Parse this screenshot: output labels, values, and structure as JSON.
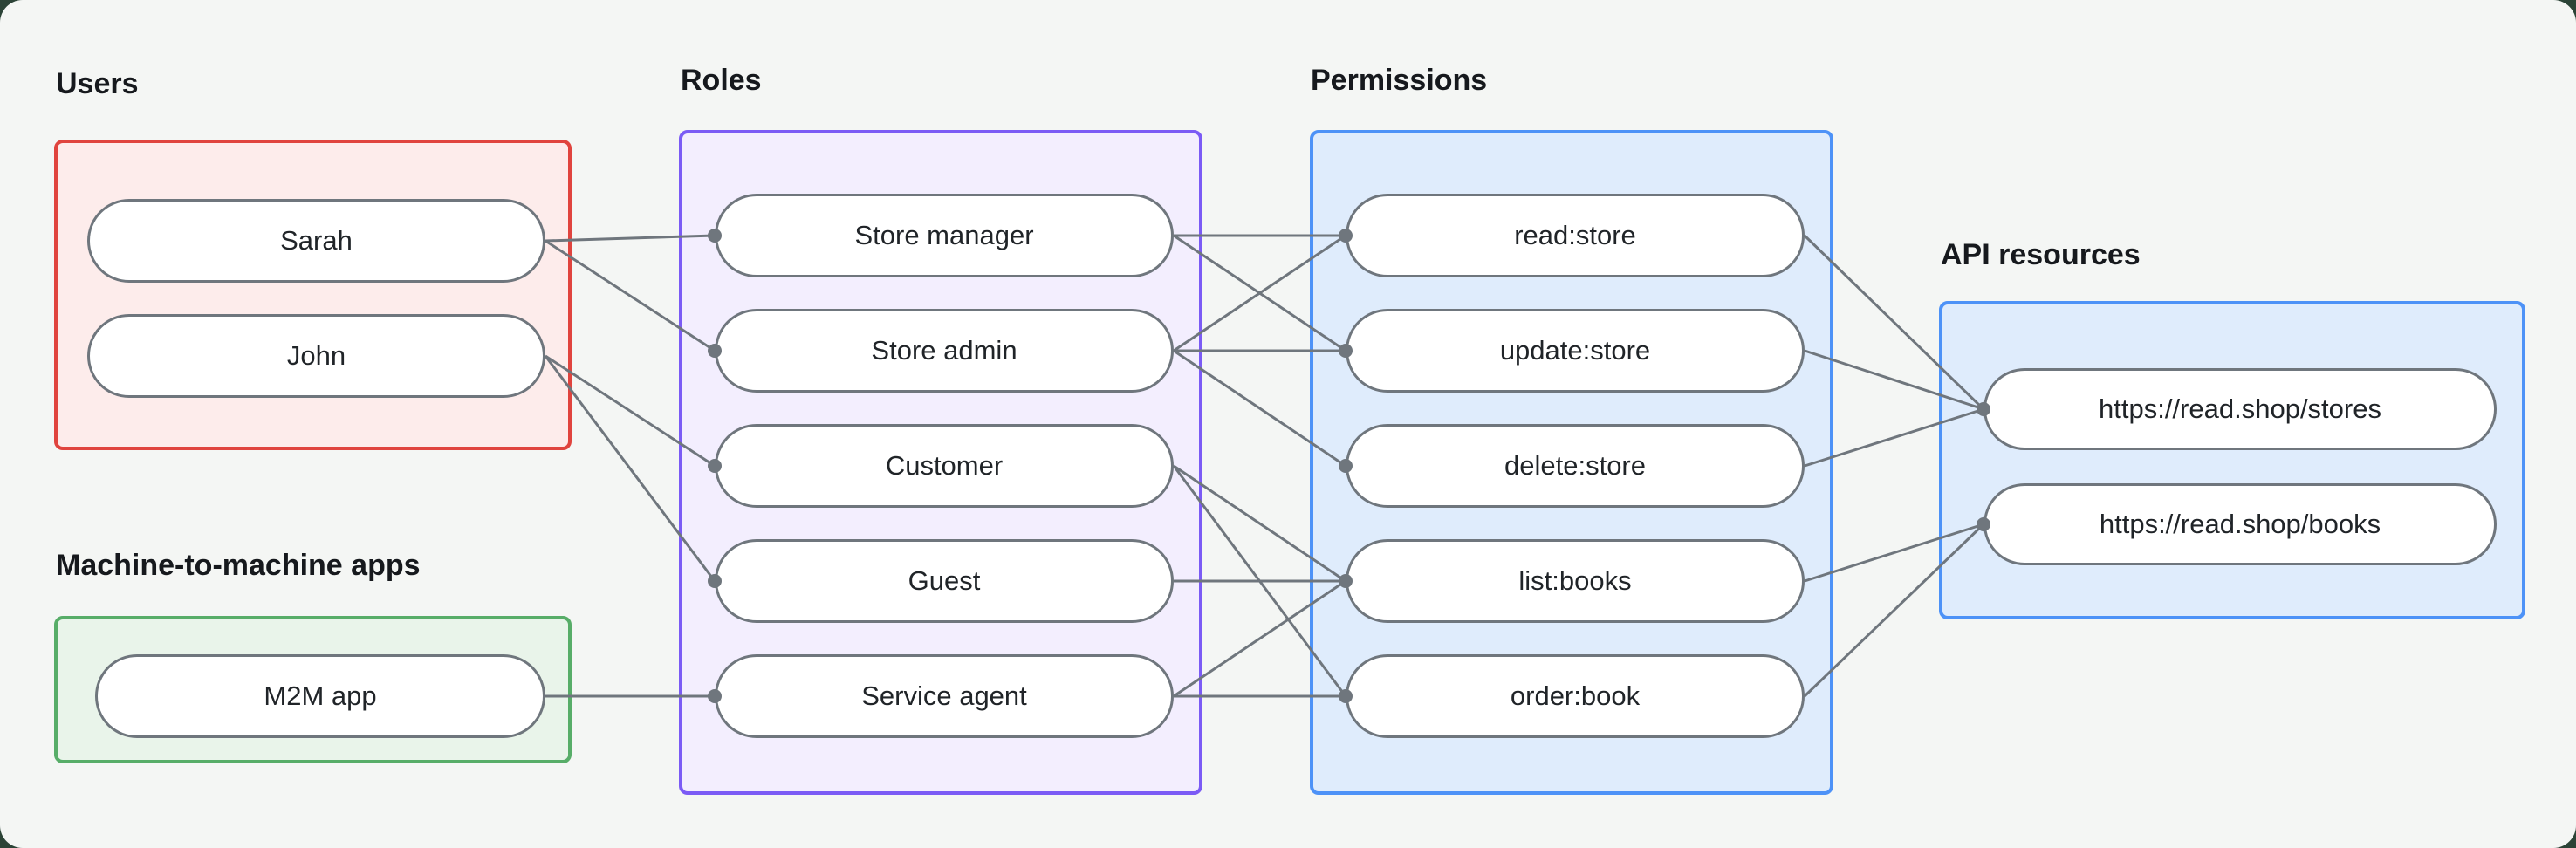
{
  "palette": {
    "backdrop": "#2c4437",
    "canvas_bg": "#f4f6f4",
    "node_border": "#6f767d",
    "node_fill": "#ffffff",
    "node_text": "#202428",
    "label_text": "#16191d",
    "line": "#6f767d",
    "dot": "#6f767d"
  },
  "groups": [
    {
      "id": "users",
      "label": "Users",
      "border": "#e0443e",
      "fill": "#fdeceb",
      "nodes": [
        {
          "id": "sarah",
          "label": "Sarah"
        },
        {
          "id": "john",
          "label": "John"
        }
      ]
    },
    {
      "id": "m2m-apps",
      "label": "Machine-to-machine apps",
      "border": "#57ad68",
      "fill": "#e9f4ea",
      "nodes": [
        {
          "id": "m2m-app",
          "label": "M2M app"
        }
      ]
    },
    {
      "id": "roles",
      "label": "Roles",
      "border": "#7b5bf5",
      "fill": "#f3eefe",
      "nodes": [
        {
          "id": "store-manager",
          "label": "Store manager"
        },
        {
          "id": "store-admin",
          "label": "Store admin"
        },
        {
          "id": "customer",
          "label": "Customer"
        },
        {
          "id": "guest",
          "label": "Guest"
        },
        {
          "id": "service-agent",
          "label": "Service agent"
        }
      ]
    },
    {
      "id": "permissions",
      "label": "Permissions",
      "border": "#4d92f7",
      "fill": "#dfecfc",
      "nodes": [
        {
          "id": "read-store",
          "label": "read:store"
        },
        {
          "id": "update-store",
          "label": "update:store"
        },
        {
          "id": "delete-store",
          "label": "delete:store"
        },
        {
          "id": "list-books",
          "label": "list:books"
        },
        {
          "id": "order-book",
          "label": "order:book"
        }
      ]
    },
    {
      "id": "api-resources",
      "label": "API resources",
      "border": "#4d92f7",
      "fill": "#dfecfc",
      "nodes": [
        {
          "id": "stores-api",
          "label": "https://read.shop/stores"
        },
        {
          "id": "books-api",
          "label": "https://read.shop/books"
        }
      ]
    }
  ],
  "connections": [
    {
      "from": "sarah",
      "to": "store-manager"
    },
    {
      "from": "sarah",
      "to": "store-admin"
    },
    {
      "from": "john",
      "to": "customer"
    },
    {
      "from": "john",
      "to": "guest"
    },
    {
      "from": "m2m-app",
      "to": "service-agent"
    },
    {
      "from": "store-manager",
      "to": "read-store"
    },
    {
      "from": "store-manager",
      "to": "update-store"
    },
    {
      "from": "store-admin",
      "to": "read-store"
    },
    {
      "from": "store-admin",
      "to": "update-store"
    },
    {
      "from": "store-admin",
      "to": "delete-store"
    },
    {
      "from": "customer",
      "to": "list-books"
    },
    {
      "from": "customer",
      "to": "order-book"
    },
    {
      "from": "guest",
      "to": "list-books"
    },
    {
      "from": "service-agent",
      "to": "list-books"
    },
    {
      "from": "service-agent",
      "to": "order-book"
    },
    {
      "from": "read-store",
      "to": "stores-api"
    },
    {
      "from": "update-store",
      "to": "stores-api"
    },
    {
      "from": "delete-store",
      "to": "stores-api"
    },
    {
      "from": "list-books",
      "to": "books-api"
    },
    {
      "from": "order-book",
      "to": "books-api"
    }
  ]
}
